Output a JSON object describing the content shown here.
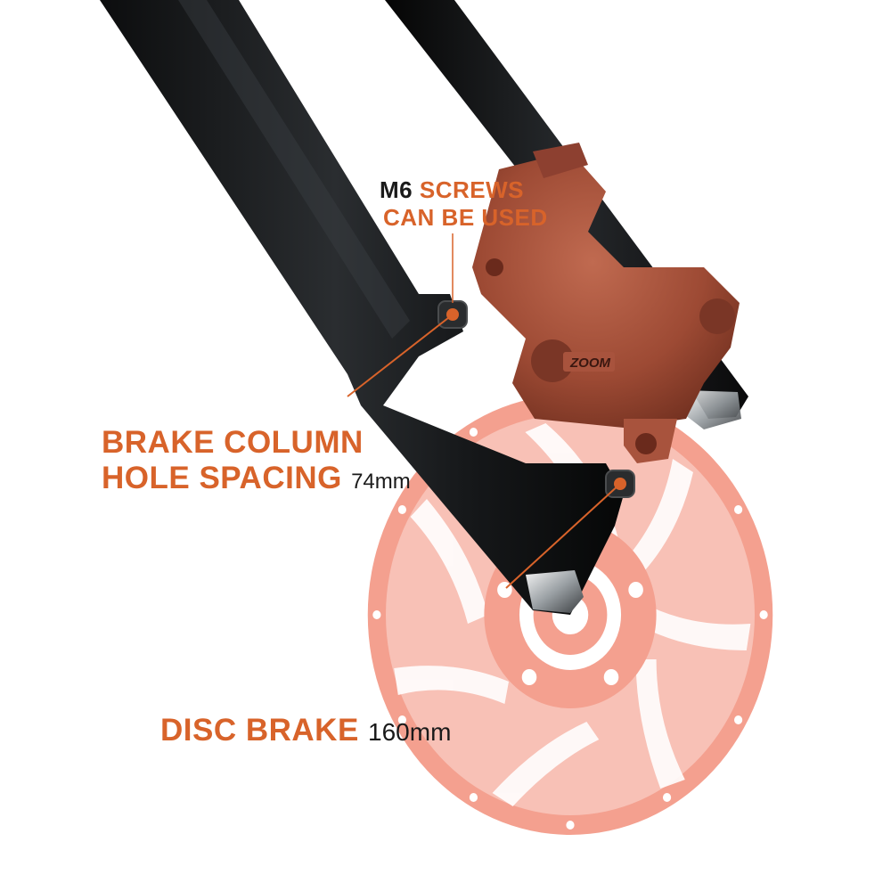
{
  "colors": {
    "accent": "#d8632a",
    "rotor": "#f4a08f",
    "caliper": "#a8533d",
    "fork": "#1b1d1f",
    "text": "#1a1a1a"
  },
  "labels": {
    "m6_prefix": "M6",
    "screws": "SCREWS",
    "can_be_used": "CAN BE USED",
    "brake_column": "BRAKE COLUMN",
    "hole_spacing": "HOLE SPACING",
    "hole_spacing_value": "74mm",
    "disc_brake": "DISC BRAKE",
    "disc_brake_value": "160mm"
  },
  "caliper_brand": "ZOOM"
}
